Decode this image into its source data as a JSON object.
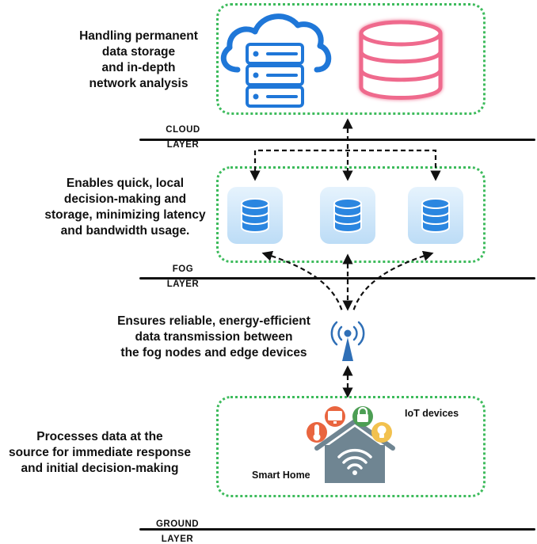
{
  "layers": {
    "cloud": {
      "label_line1": "CLOUD",
      "label_line2": "LAYER",
      "description": [
        "Handling permanent",
        "data storage",
        "and in-depth",
        "network analysis"
      ]
    },
    "fog": {
      "label_line1": "FOG",
      "label_line2": "LAYER",
      "description": [
        "Enables quick, local",
        "decision-making and",
        "storage, minimizing latency",
        "and bandwidth usage."
      ]
    },
    "transmission": {
      "description": [
        "Ensures reliable, energy-efficient",
        "data transmission between",
        "the fog nodes and edge devices"
      ]
    },
    "ground": {
      "label_line1": "GROUND",
      "label_line2": "LAYER",
      "description": [
        "Processes data at the",
        "source for immediate response",
        "and initial decision-making"
      ]
    }
  },
  "edge": {
    "iot_label": "IoT devices",
    "home_label": "Smart Home"
  },
  "colors": {
    "border": "#3dbb5c",
    "cloud_blue": "#1f77d8",
    "db_pink": "#ef6b8d",
    "fog_tile": "#d6ecfb",
    "fog_db": "#2b86e0",
    "tower": "#2f6fb6",
    "iot_orange": "#e9653f",
    "iot_green": "#4c9e54",
    "iot_yellow": "#f2c14e"
  },
  "icons": [
    "cloud-server-icon",
    "database-icon",
    "fog-node-icon",
    "antenna-tower-icon",
    "smart-home-icon",
    "thermometer-icon",
    "monitor-icon",
    "lock-icon",
    "bulb-icon",
    "wifi-icon"
  ]
}
